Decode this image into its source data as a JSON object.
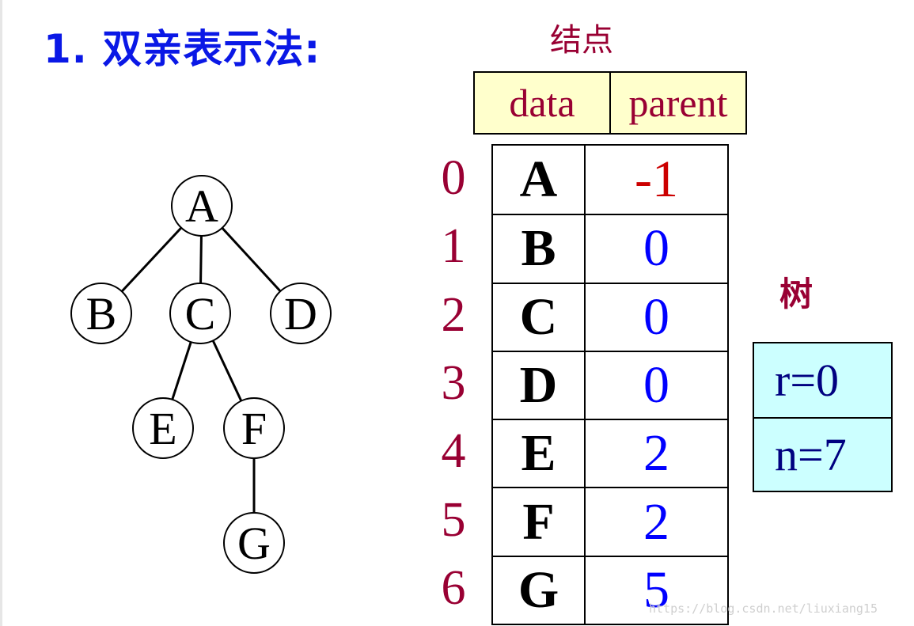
{
  "title": "1. 双亲表示法:",
  "node_header": {
    "label": "结点",
    "fields": [
      "data",
      "parent"
    ]
  },
  "rows": [
    {
      "index": "0",
      "data": "A",
      "parent": "-1"
    },
    {
      "index": "1",
      "data": "B",
      "parent": "0"
    },
    {
      "index": "2",
      "data": "C",
      "parent": "0"
    },
    {
      "index": "3",
      "data": "D",
      "parent": "0"
    },
    {
      "index": "4",
      "data": "E",
      "parent": "2"
    },
    {
      "index": "5",
      "data": "F",
      "parent": "2"
    },
    {
      "index": "6",
      "data": "G",
      "parent": "5"
    }
  ],
  "tree": {
    "label": "树",
    "r": "r=0",
    "n": "n=7",
    "nodes": [
      "A",
      "B",
      "C",
      "D",
      "E",
      "F",
      "G"
    ],
    "edges": [
      [
        "A",
        "B"
      ],
      [
        "A",
        "C"
      ],
      [
        "A",
        "D"
      ],
      [
        "C",
        "E"
      ],
      [
        "C",
        "F"
      ],
      [
        "F",
        "G"
      ]
    ]
  },
  "watermark": "https://blog.csdn.net/liuxiang15",
  "colors": {
    "title": "#0a18e6",
    "label": "#990033",
    "parent_value": "#0000ff",
    "root_parent": "#cc0000",
    "header_fill": "#ffffcc",
    "tree_box_fill": "#ccffff"
  }
}
